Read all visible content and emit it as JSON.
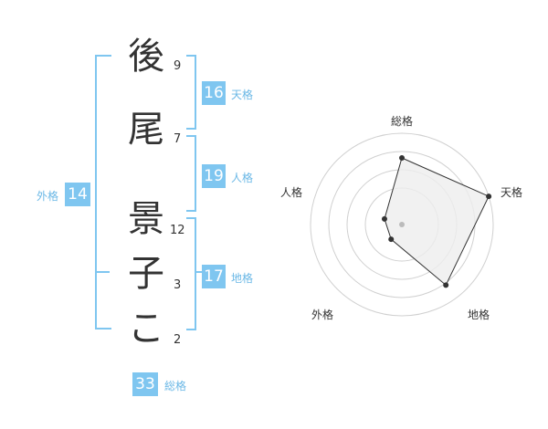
{
  "name": {
    "chars": [
      {
        "char": "後",
        "strokes": "9"
      },
      {
        "char": "尾",
        "strokes": "7"
      },
      {
        "char": "景",
        "strokes": "12"
      },
      {
        "char": "子",
        "strokes": "3"
      },
      {
        "char": "こ",
        "strokes": "2"
      }
    ]
  },
  "kaku": {
    "tenkaku": {
      "value": "16",
      "label": "天格"
    },
    "jinkaku": {
      "value": "19",
      "label": "人格"
    },
    "chikaku": {
      "value": "17",
      "label": "地格"
    },
    "gaikaku": {
      "value": "14",
      "label": "外格"
    },
    "soukaku": {
      "value": "33",
      "label": "総格"
    }
  },
  "radar": {
    "axes": [
      "総格",
      "天格",
      "地格",
      "外格",
      "人格"
    ],
    "values": [
      0.73,
      1.0,
      0.82,
      0.2,
      0.2
    ],
    "fill_color": "#eeeeee",
    "line_color": "#333333"
  }
}
